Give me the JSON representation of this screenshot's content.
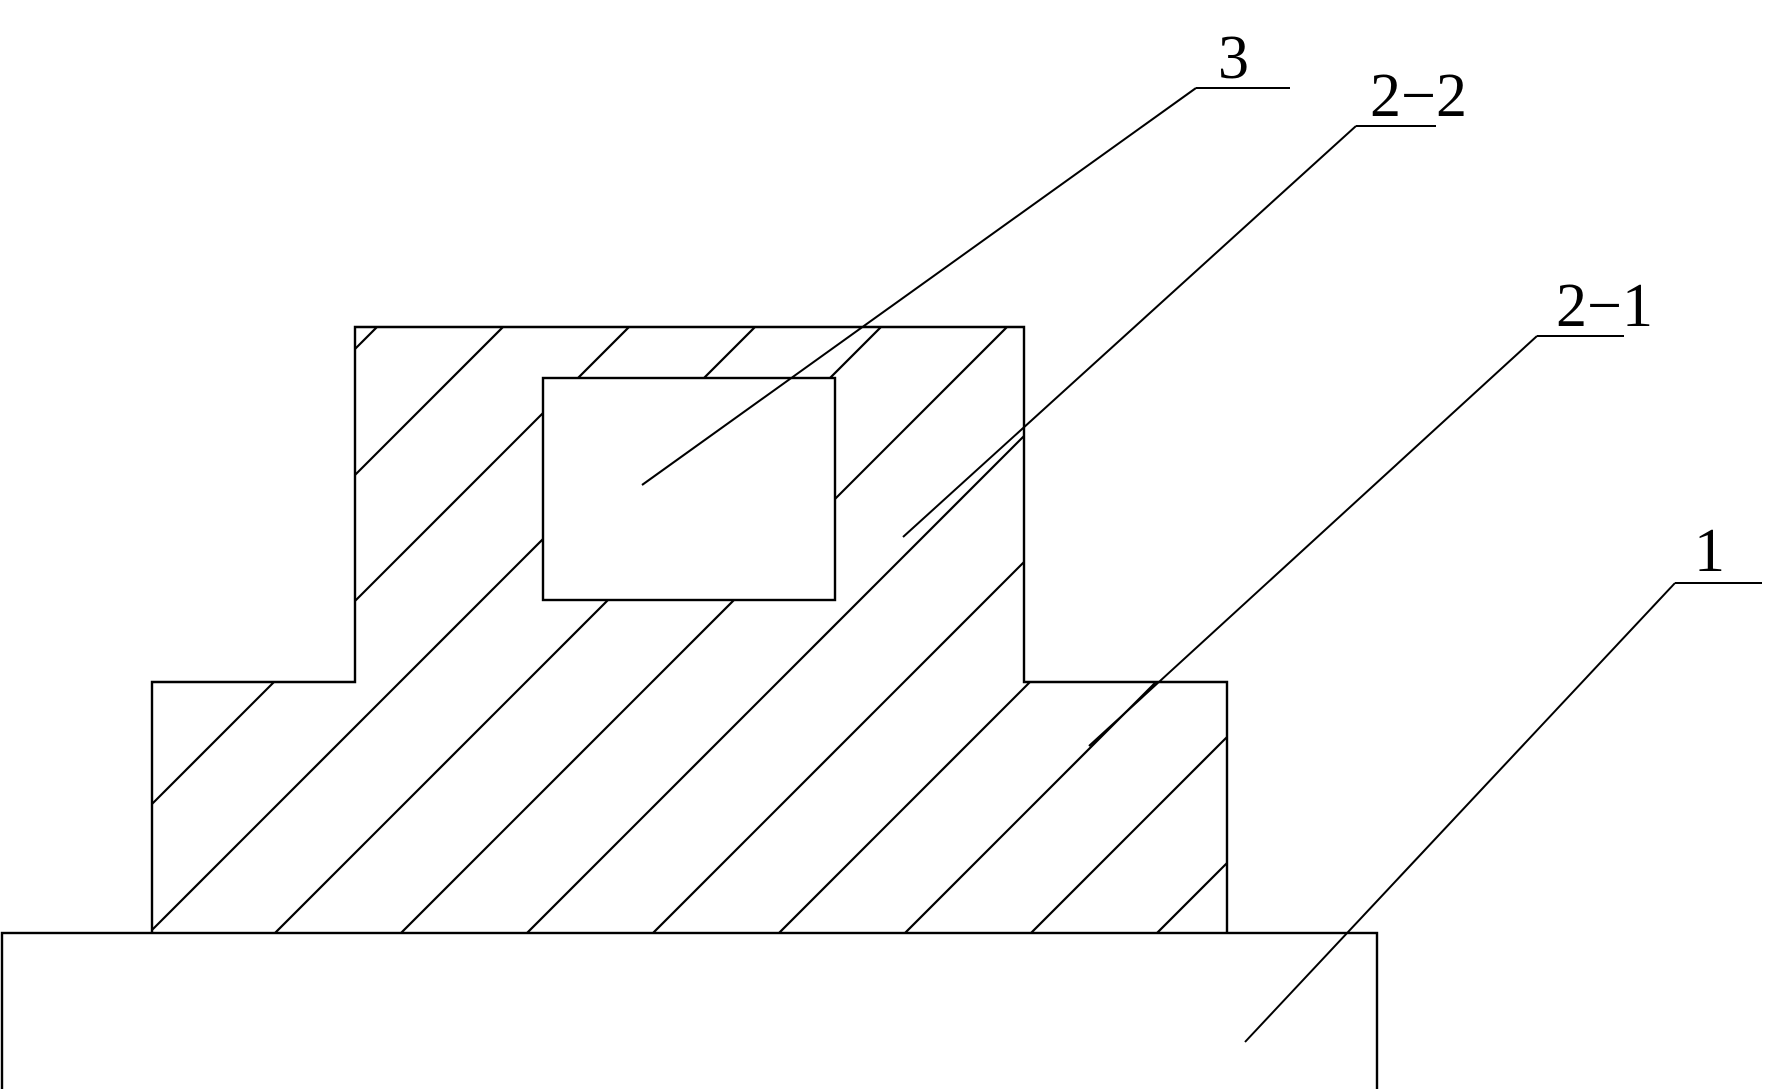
{
  "diagram": {
    "callouts": [
      {
        "id": "3",
        "label": "3"
      },
      {
        "id": "2-2",
        "label": "2−2"
      },
      {
        "id": "2-1",
        "label": "2−1"
      },
      {
        "id": "1",
        "label": "1"
      }
    ],
    "colors": {
      "line": "#000000",
      "background": "#ffffff"
    }
  }
}
